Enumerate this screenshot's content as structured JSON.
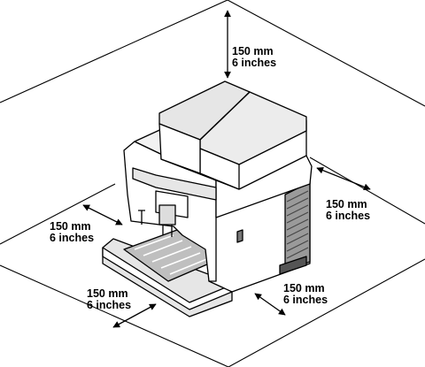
{
  "clearances": {
    "top": {
      "value": "150 mm",
      "imperial": "6 inches"
    },
    "right": {
      "value": "150 mm",
      "imperial": "6 inches"
    },
    "left": {
      "value": "150 mm",
      "imperial": "6 inches"
    },
    "front": {
      "value": "150 mm",
      "imperial": "6 inches"
    },
    "back": {
      "value": "150 mm",
      "imperial": "6 inches"
    }
  },
  "colors": {
    "line": "#000000",
    "body": "#ffffff",
    "shade": "#d9d9d9",
    "dark": "#8c8c8c"
  }
}
